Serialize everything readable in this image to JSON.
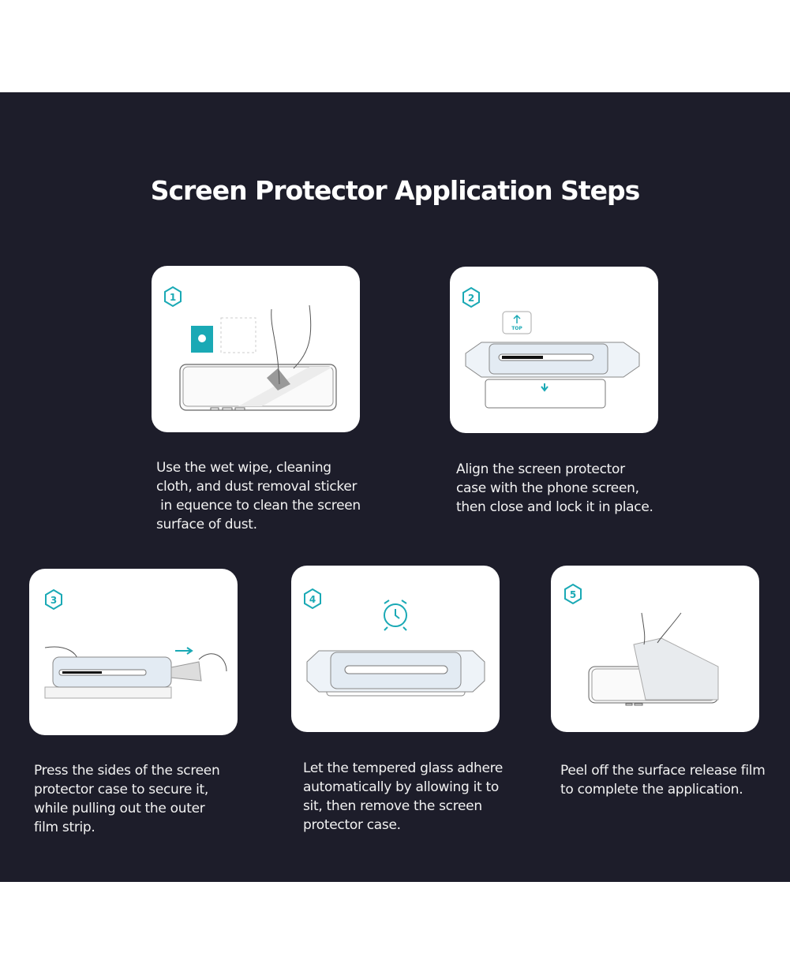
{
  "title": "Screen Protector Application Steps",
  "accent_color": "#1aa9b5",
  "steps": [
    {
      "number": "1",
      "lines": [
        "Use the wet wipe, cleaning",
        "cloth, and dust removal sticker",
        " in equence to clean the screen",
        "surface of dust."
      ]
    },
    {
      "number": "2",
      "top_label": "TOP",
      "lines": [
        "Align the screen protector",
        "case with the phone screen,",
        "then close and lock it in place."
      ]
    },
    {
      "number": "3",
      "lines": [
        "Press the sides of the screen",
        "protector case to secure it,",
        "while pulling out the outer",
        "film strip."
      ]
    },
    {
      "number": "4",
      "lines": [
        "Let the tempered glass adhere",
        "automatically by allowing it to",
        "sit, then remove the screen",
        "protector case."
      ]
    },
    {
      "number": "5",
      "lines": [
        "Peel off the surface release film",
        "to complete the application."
      ]
    }
  ]
}
